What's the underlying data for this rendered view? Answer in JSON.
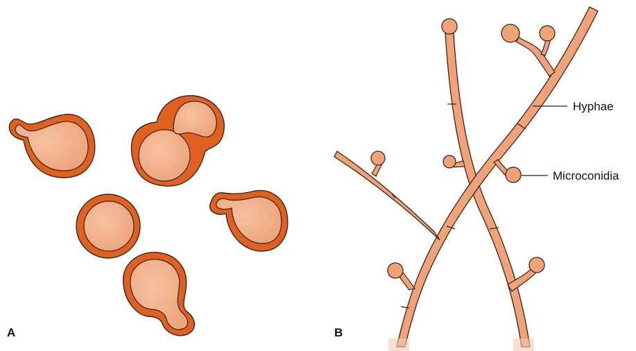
{
  "panels": {
    "a": {
      "label": "A"
    },
    "b": {
      "label": "B"
    }
  },
  "callouts": {
    "hyphae": "Hyphae",
    "microconidia": "Microconidia"
  },
  "colors": {
    "wall": "#e0601f",
    "cell": "#f2ad87",
    "hypha_fill": "#f0a278",
    "outline": "#3a2414",
    "background": "#ffffff"
  }
}
